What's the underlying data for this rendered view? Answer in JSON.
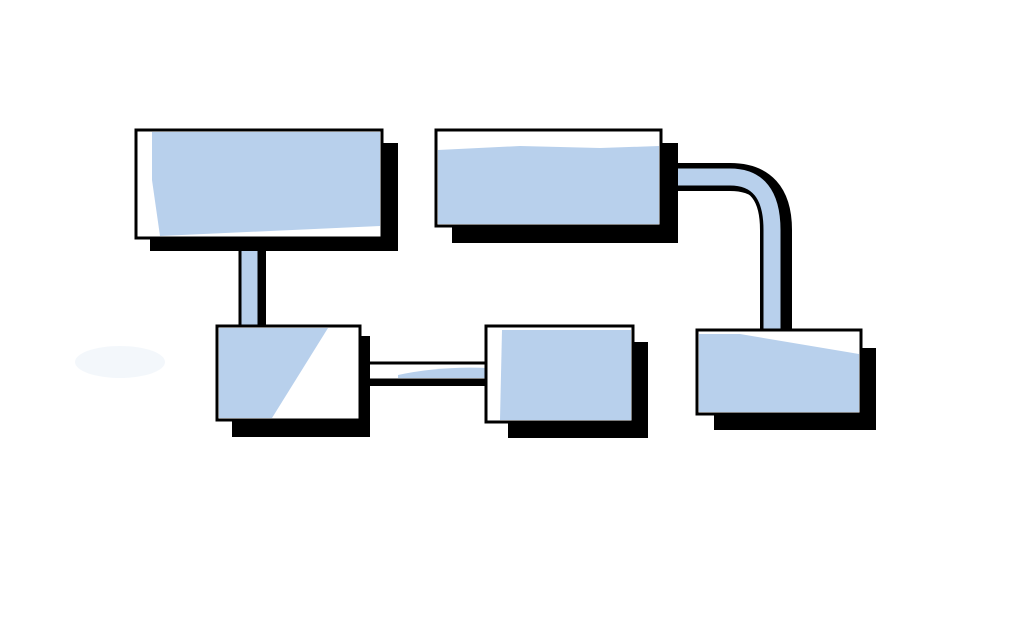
{
  "colors": {
    "background": "#ffffff",
    "fill": "#b8d0ec",
    "highlight": "#ffffff",
    "outline": "#000000",
    "shadow": "#000000"
  },
  "diagram": {
    "nodes": [
      {
        "id": "box-top-left"
      },
      {
        "id": "box-top-right"
      },
      {
        "id": "box-bottom-left"
      },
      {
        "id": "box-bottom-middle"
      },
      {
        "id": "box-bottom-right"
      }
    ],
    "connections": [
      {
        "from": "box-top-left",
        "to": "box-bottom-left"
      },
      {
        "from": "box-bottom-left",
        "to": "box-bottom-middle"
      },
      {
        "from": "box-top-right",
        "to": "box-bottom-right"
      }
    ]
  }
}
